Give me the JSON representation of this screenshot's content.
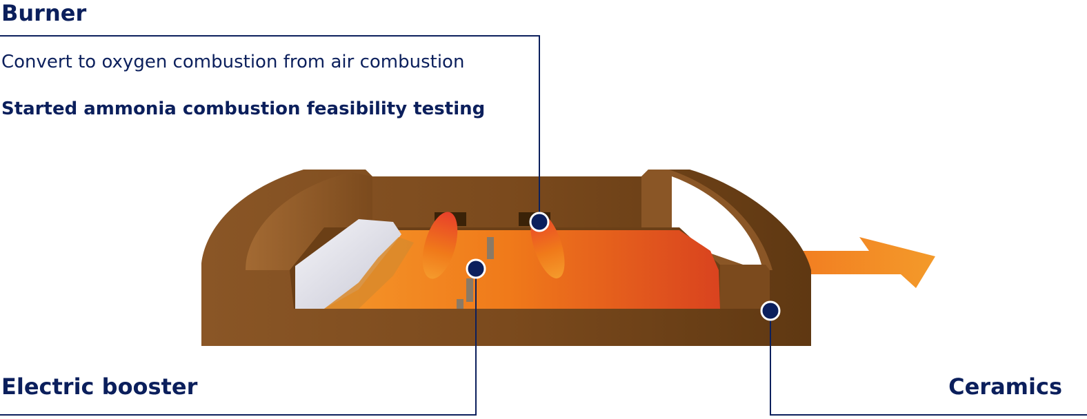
{
  "burner": {
    "title": "Burner",
    "description": "Convert to oxygen combustion from air combustion",
    "status": "Started ammonia combustion feasibility testing"
  },
  "electric_booster": {
    "title": "Electric booster"
  },
  "ceramics": {
    "title": "Ceramics"
  },
  "colors": {
    "text": "#0b1f5c",
    "marker": "#0b1f5c",
    "furnace_brown": "#7a4a1e",
    "molten_orange": "#f07a1a",
    "flame_red": "#e8402a",
    "batch_white": "#e6e6ee"
  }
}
